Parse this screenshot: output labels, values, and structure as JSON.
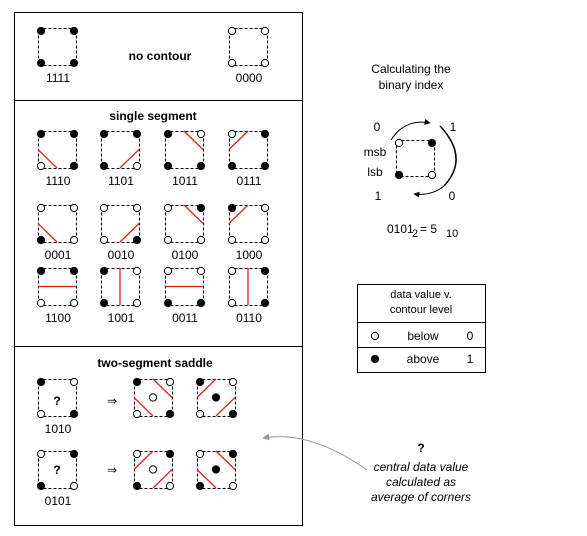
{
  "sections": {
    "no_contour": "no contour",
    "single_segment": "single segment",
    "saddle": "two-segment saddle"
  },
  "codes": {
    "no_contour": [
      "1111",
      "0000"
    ],
    "single": [
      "1110",
      "1101",
      "1011",
      "0111",
      "0001",
      "0010",
      "0100",
      "1000",
      "1100",
      "1001",
      "0011",
      "0110"
    ],
    "saddle": [
      "1010",
      "0101"
    ]
  },
  "unknown_mark": "?",
  "arrow_glyph": "⇒",
  "binary_index": {
    "title_line1": "Calculating the",
    "title_line2": "binary index",
    "top_left_bit": "0",
    "top_right_bit": "1",
    "bottom_left_bit": "1",
    "bottom_right_bit": "0",
    "msb": "msb",
    "lsb": "lsb",
    "equation_binary": "0101",
    "equation_base2": "2",
    "equation_equals": "= 5",
    "equation_base10": "10"
  },
  "legend": {
    "title_line1": "data value v.",
    "title_line2": "contour level",
    "rows": [
      {
        "label": "below",
        "value": "0"
      },
      {
        "label": "above",
        "value": "1"
      }
    ]
  },
  "note": {
    "mark": "?",
    "line1": "central data value",
    "line2": "calculated as",
    "line3": "average of corners"
  },
  "colors": {
    "contour": "#dd2222",
    "border": "#000000",
    "arrow": "#999999"
  }
}
